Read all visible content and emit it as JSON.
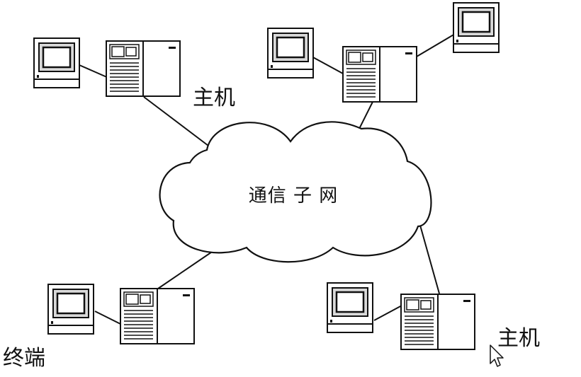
{
  "diagram": {
    "cloud_label": "通信 子 网",
    "labels": {
      "top_left_host": "主机",
      "bottom_right_host": "主机",
      "bottom_left_terminal": "终端"
    },
    "colors": {
      "ink": "#111111",
      "background": "#ffffff",
      "screen_gray": "#d9d9d9"
    }
  }
}
